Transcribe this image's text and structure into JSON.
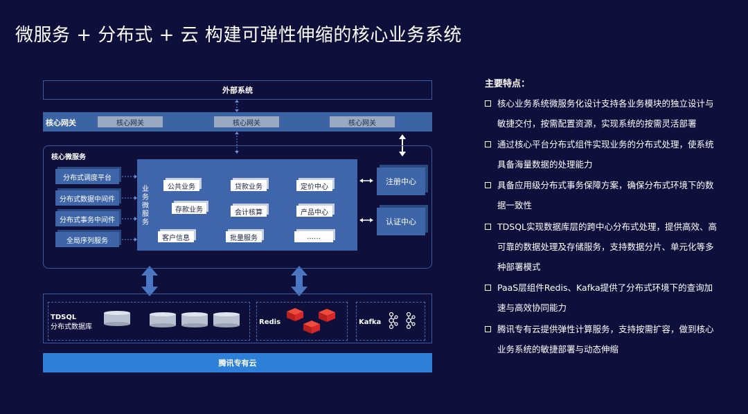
{
  "title": "微服务 + 分布式 + 云 构建可弹性伸缩的核心业务系统",
  "diagram": {
    "external_system": "外部系统",
    "gateway": {
      "label": "核心网关",
      "items": [
        "核心网关",
        "核心网关",
        "核心网关"
      ]
    },
    "microservice": {
      "label": "核心微服务",
      "left_items": [
        "分布式调度平台",
        "分布式数据中间件",
        "分布式事务中间件",
        "全局序列服务"
      ],
      "vertical_label": "业务微服务",
      "business": [
        "公共业务",
        "贷款业务",
        "定价中心",
        "存款业务",
        "会计核算",
        "产品中心",
        "客户信息",
        "批量服务",
        "……"
      ],
      "right_items": [
        "注册中心",
        "认证中心"
      ]
    },
    "data_layer": {
      "tdsql_line1": "TDSQL",
      "tdsql_line2": "分布式数据库",
      "redis": "Redis",
      "kafka": "Kafka"
    },
    "cloud": "腾讯专有云"
  },
  "features": {
    "title": "主要特点：",
    "items": [
      "核心业务系统微服务化设计支持各业务模块的独立设计与敏捷交付，按需配置资源，实现系统的按需灵活部署",
      "通过核心平台分布式组件实现业务的分布式处理，使系统具备海量数据的处理能力",
      "具备应用级分布式事务保障方案，确保分布式环境下的数据一致性",
      "TDSQL实现数据库层的跨中心分布式处理，提供高效、高可靠的数据处理及存储服务，支持数据分片、单元化等多种部署模式",
      "PaaS层组件Redis、Kafka提供了分布式环境下的查询加速与高效协同能力",
      "腾讯专有云提供弹性计算服务，支持按需扩容，做到核心业务系统的敏捷部署与动态伸缩"
    ]
  },
  "colors": {
    "background": "#0f0f3b",
    "panel_blue": "#3f66aa",
    "cloud_blue": "#2d7fd8",
    "redis_red": "#d62828",
    "outline": "#3d5a9c"
  }
}
